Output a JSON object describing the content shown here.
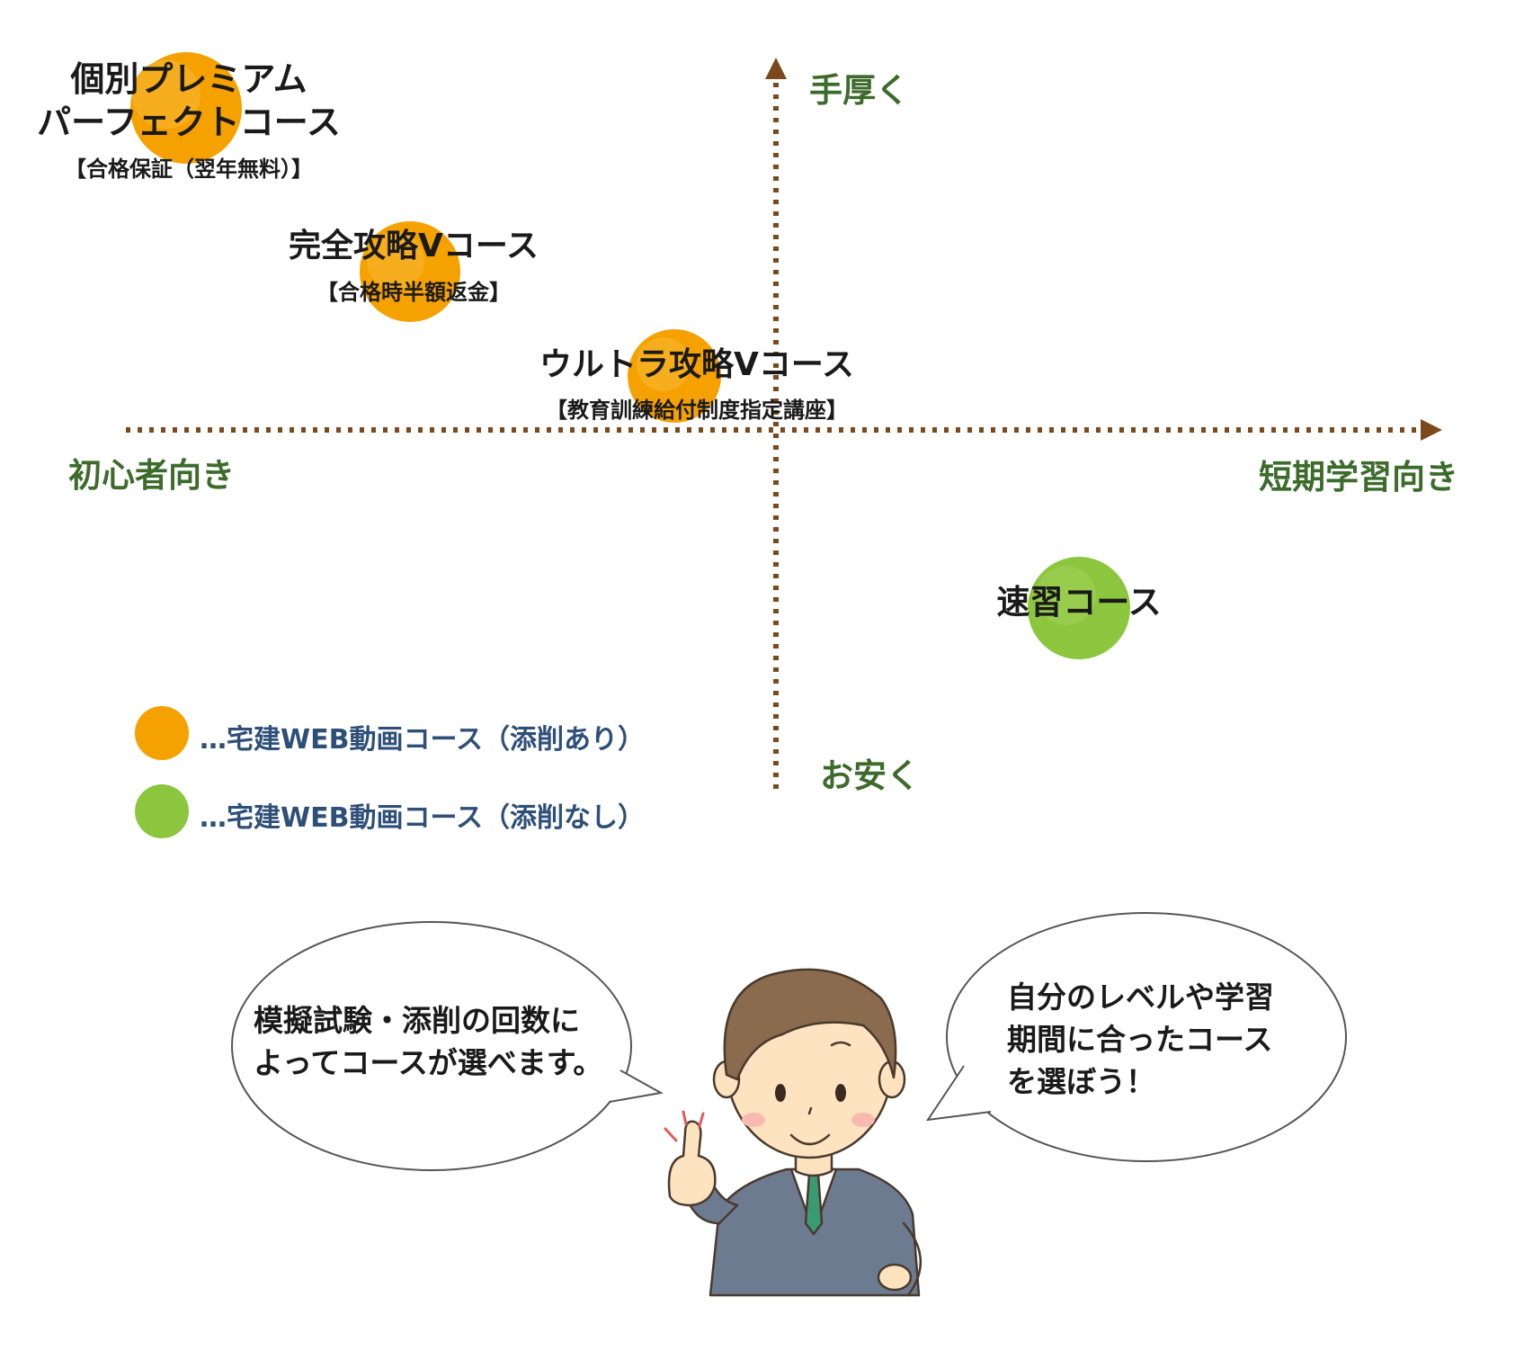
{
  "axes": {
    "top": "手厚く",
    "bottom": "お安く",
    "left": "初心者向き",
    "right": "短期学習向き"
  },
  "courses": [
    {
      "line1": "個別プレミアム",
      "line2": "パーフェクトコース",
      "note": "【合格保証（翌年無料）】",
      "category": "orange"
    },
    {
      "line1": "完全攻略Vコース",
      "note": "【合格時半額返金】",
      "category": "orange"
    },
    {
      "line1": "ウルトラ攻略Vコース",
      "note": "【教育訓練給付制度指定講座】",
      "category": "orange"
    },
    {
      "line1": "速習コース",
      "category": "green"
    }
  ],
  "legend": [
    {
      "label": "…宅建WEB動画コース（添削あり）",
      "color": "#f5a100"
    },
    {
      "label": "…宅建WEB動画コース（添削なし）",
      "color": "#8cc63f"
    }
  ],
  "speech": {
    "left": {
      "line1": "模擬試験・添削の回数に",
      "line2": "よってコースが選べます。"
    },
    "right": {
      "line1": "自分のレベルや学習",
      "line2": "期間に合ったコース",
      "line3": "を選ぼう！"
    }
  },
  "colors": {
    "orange": "#f5a100",
    "green": "#8cc63f",
    "axis_line": "#7a4a1e",
    "axis_text": "#3d6b2c",
    "legend_text": "#2e4f78"
  }
}
